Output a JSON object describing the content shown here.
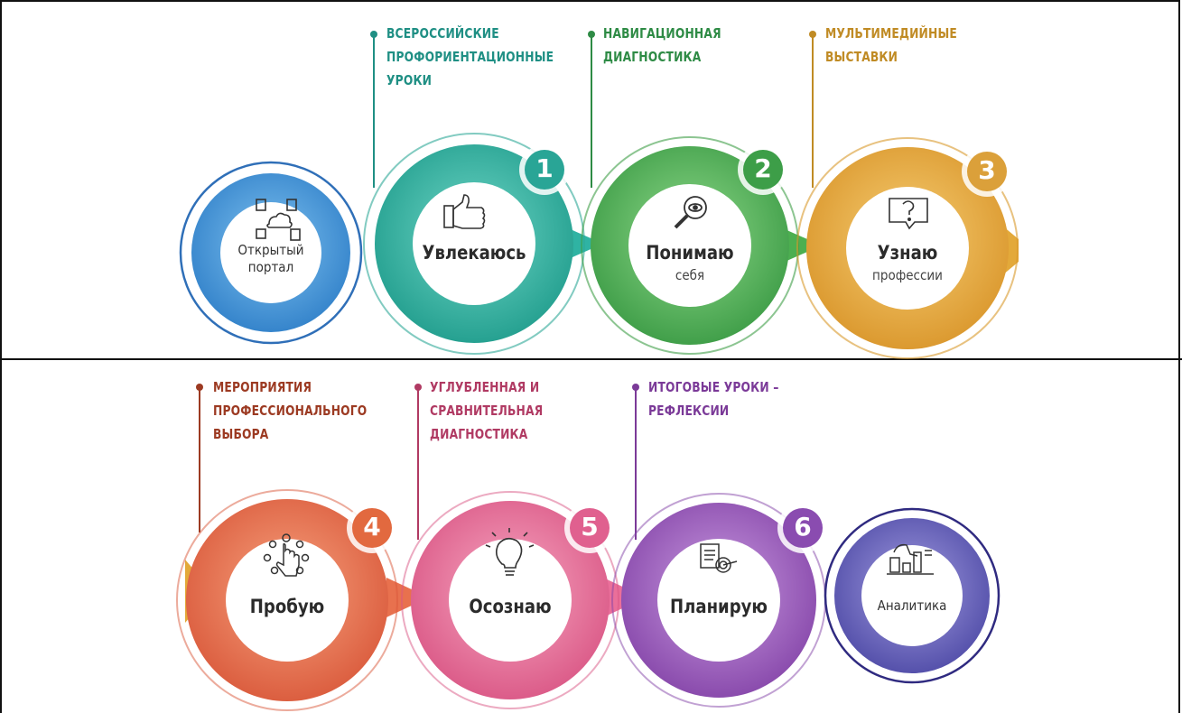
{
  "colors": {
    "blue": "#3d8fd6",
    "teal": "#2fb3a3",
    "green": "#4caf50",
    "gold": "#e3a93a",
    "orange": "#e8714e",
    "pink": "#ea6f9a",
    "purple": "#9b59b6",
    "indigo": "#5e58b0"
  },
  "top_row": {
    "callouts": [
      {
        "text": "ВСЕРОССИЙСКИЕ\nПРОФОРИЕНТАЦИОННЫЕ\nУРОКИ",
        "color": "#1f8f84"
      },
      {
        "text": "НАВИГАЦИОННАЯ\nДИАГНОСТИКА",
        "color": "#2e8b45"
      },
      {
        "text": "МУЛЬТИМЕДИЙНЫЕ\nВЫСТАВКИ",
        "color": "#c08b24"
      }
    ],
    "circles": [
      {
        "main": "",
        "sub": "Открытый\nпортал",
        "number": "",
        "icon": "network-cloud-icon"
      },
      {
        "main": "Увлекаюсь",
        "sub": "",
        "number": "1",
        "icon": "thumbs-up-icon"
      },
      {
        "main": "Понимаю",
        "sub": "себя",
        "number": "2",
        "icon": "magnifier-eye-icon"
      },
      {
        "main": "Узнаю",
        "sub": "профессии",
        "number": "3",
        "icon": "question-bubble-icon"
      }
    ]
  },
  "bottom_row": {
    "callouts": [
      {
        "text": "МЕРОПРИЯТИЯ\nПРОФЕССИОНАЛЬНОГО\nВЫБОРА",
        "color": "#9c3a22"
      },
      {
        "text": "УГЛУБЛЕННАЯ И\nСРАВНИТЕЛЬНАЯ\nДИАГНОСТИКА",
        "color": "#b03a63"
      },
      {
        "text": "ИТОГОВЫЕ УРОКИ –\nРЕФЛЕКСИИ",
        "color": "#7b3a98"
      }
    ],
    "circles": [
      {
        "main": "Пробую",
        "sub": "",
        "number": "4",
        "icon": "hand-touch-icon"
      },
      {
        "main": "Осознаю",
        "sub": "",
        "number": "5",
        "icon": "lightbulb-icon"
      },
      {
        "main": "Планирую",
        "sub": "",
        "number": "6",
        "icon": "plan-target-icon"
      },
      {
        "main": "",
        "sub": "Аналитика",
        "number": "",
        "icon": "analytics-icon"
      }
    ]
  }
}
